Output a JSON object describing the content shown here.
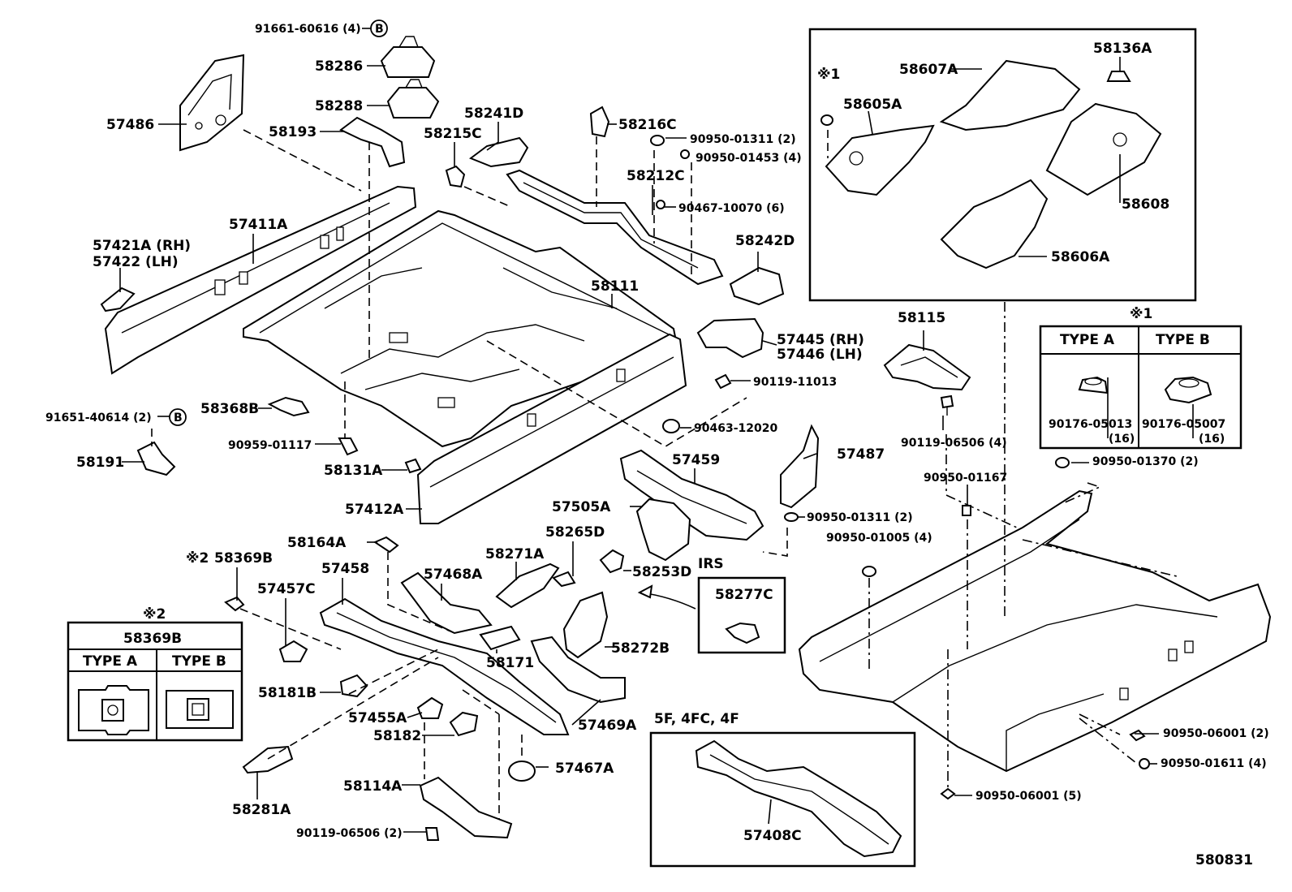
{
  "diagram": {
    "code": "580831",
    "labels": {
      "p57486": "57486",
      "p91661": "91661-60616 (4)",
      "b1": "B",
      "p58286": "58286",
      "p58288": "58288",
      "p58193": "58193",
      "p58241D": "58241D",
      "p58216C": "58216C",
      "p58215C": "58215C",
      "p90950_01311a": "90950-01311 (2)",
      "p90950_01453": "90950-01453 (4)",
      "p58212C": "58212C",
      "p90467": "90467-10070 (6)",
      "p57411A": "57411A",
      "p57421A": "57421A (RH)",
      "p57422": "57422  (LH)",
      "p58242D": "58242D",
      "p58111": "58111",
      "p57445": "57445 (RH)",
      "p57446": "57446 (LH)",
      "p90119_11013": "90119-11013",
      "p58368B": "58368B",
      "p91651": "91651-40614 (2)",
      "b2": "B",
      "p90463": "90463-12020",
      "p90959": "90959-01117",
      "p58191": "58191",
      "p58131A": "58131A",
      "p57459": "57459",
      "p57412A": "57412A",
      "p57505A": "57505A",
      "p58164A": "58164A",
      "p58265D": "58265D",
      "mark2a": "※2",
      "p58369B": "58369B",
      "p57458": "57458",
      "p58271A": "58271A",
      "p57457C": "57457C",
      "p57468A": "57468A",
      "p58253D": "58253D",
      "irs": "IRS",
      "p58277C": "58277C",
      "p58272B": "58272B",
      "p58171": "58171",
      "p58181B": "58181B",
      "p57455A": "57455A",
      "p57469A": "57469A",
      "p58182": "58182",
      "p57467A": "57467A",
      "p58114A": "58114A",
      "p58281A": "58281A",
      "p90119_06506b": "90119-06506 (2)",
      "p5f": "5F, 4FC, 4F",
      "p57408C": "57408C",
      "p57487": "57487",
      "p90950_01311b": "90950-01311 (2)",
      "p90950_01005": "90950-01005 (4)",
      "p90950_01167": "90950-01167",
      "p90119_06506a": "90119-06506 (4)",
      "p58115": "58115",
      "p90950_01370": "90950-01370 (2)",
      "p90950_06001a": "90950-06001 (2)",
      "p90950_01611": "90950-01611 (4)",
      "p90950_06001b": "90950-06001 (5)",
      "mark1a": "※1",
      "p58607A": "58607A",
      "p58136A": "58136A",
      "p58605A": "58605A",
      "p58608": "58608",
      "p58606A": "58606A"
    },
    "legend1": {
      "mark": "※1",
      "type_a": "TYPE  A",
      "type_b": "TYPE  B",
      "part_a": "90176-05013",
      "qty_a": "(16)",
      "part_b": "90176-05007",
      "qty_b": "(16)"
    },
    "legend2": {
      "mark": "※2",
      "part": "58369B",
      "type_a": "TYPE  A",
      "type_b": "TYPE  B"
    }
  }
}
